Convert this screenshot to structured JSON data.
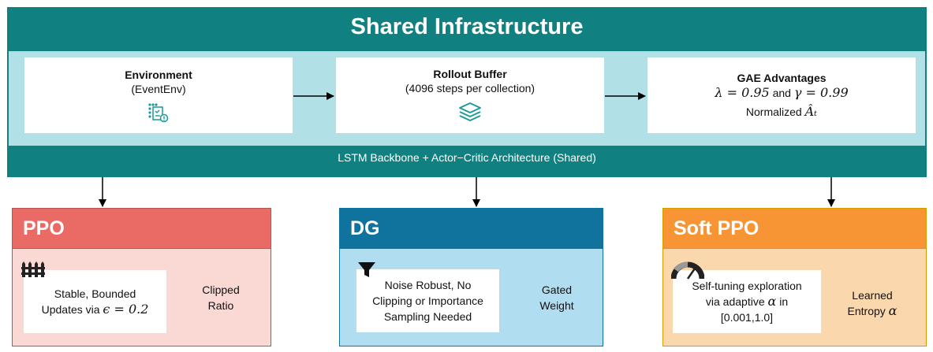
{
  "infrastructure": {
    "title": "Shared Infrastructure",
    "footer": "LSTM Backbone + Actor−Critic Architecture (Shared)",
    "environment": {
      "title": "Environment",
      "subtitle": "(EventEnv)",
      "icon": "checklist-icon"
    },
    "rollout": {
      "title": "Rollout Buffer",
      "subtitle": "(4096 steps per collection)",
      "icon": "layers-icon"
    },
    "gae": {
      "title": "GAE Advantages",
      "lambda_expr": "λ = 0.95",
      "and": "and",
      "gamma_expr": "γ = 0.99",
      "normalized_label": "Normalized",
      "normalized_symbol": "Âₜ"
    }
  },
  "panels": {
    "ppo": {
      "title": "PPO",
      "icon": "fence-icon",
      "desc_line1": "Stable, Bounded",
      "desc_line2_prefix": "Updates via",
      "desc_math": "ϵ = 0.2",
      "side_line1": "Clipped",
      "side_line2": "Ratio",
      "colors": {
        "header": "#ea6b66",
        "body": "#fad9d5",
        "border": "#b85450"
      }
    },
    "dg": {
      "title": "DG",
      "icon": "filter-icon",
      "desc_line1": "Noise Robust, No",
      "desc_line2": "Clipping or Importance",
      "desc_line3": "Sampling Needed",
      "side_line1": "Gated",
      "side_line2": "Weight",
      "colors": {
        "header": "#10739e",
        "body": "#b1ddf0",
        "border": "#10739e"
      }
    },
    "soft_ppo": {
      "title": "Soft PPO",
      "icon": "gauge-icon",
      "desc_line1": "Self-tuning exploration",
      "desc_line2_prefix": "via adaptive",
      "desc_math": "α",
      "desc_line2_suffix": "in",
      "desc_line3": "[0.001,1.0]",
      "side_line1": "Learned",
      "side_line2_prefix": "Entropy",
      "side_math": "α",
      "colors": {
        "header": "#f79535",
        "body": "#fad7ac",
        "border": "#d79b00"
      }
    }
  },
  "colors": {
    "infra": "#118080",
    "infra_inner": "#b1e1e6"
  }
}
